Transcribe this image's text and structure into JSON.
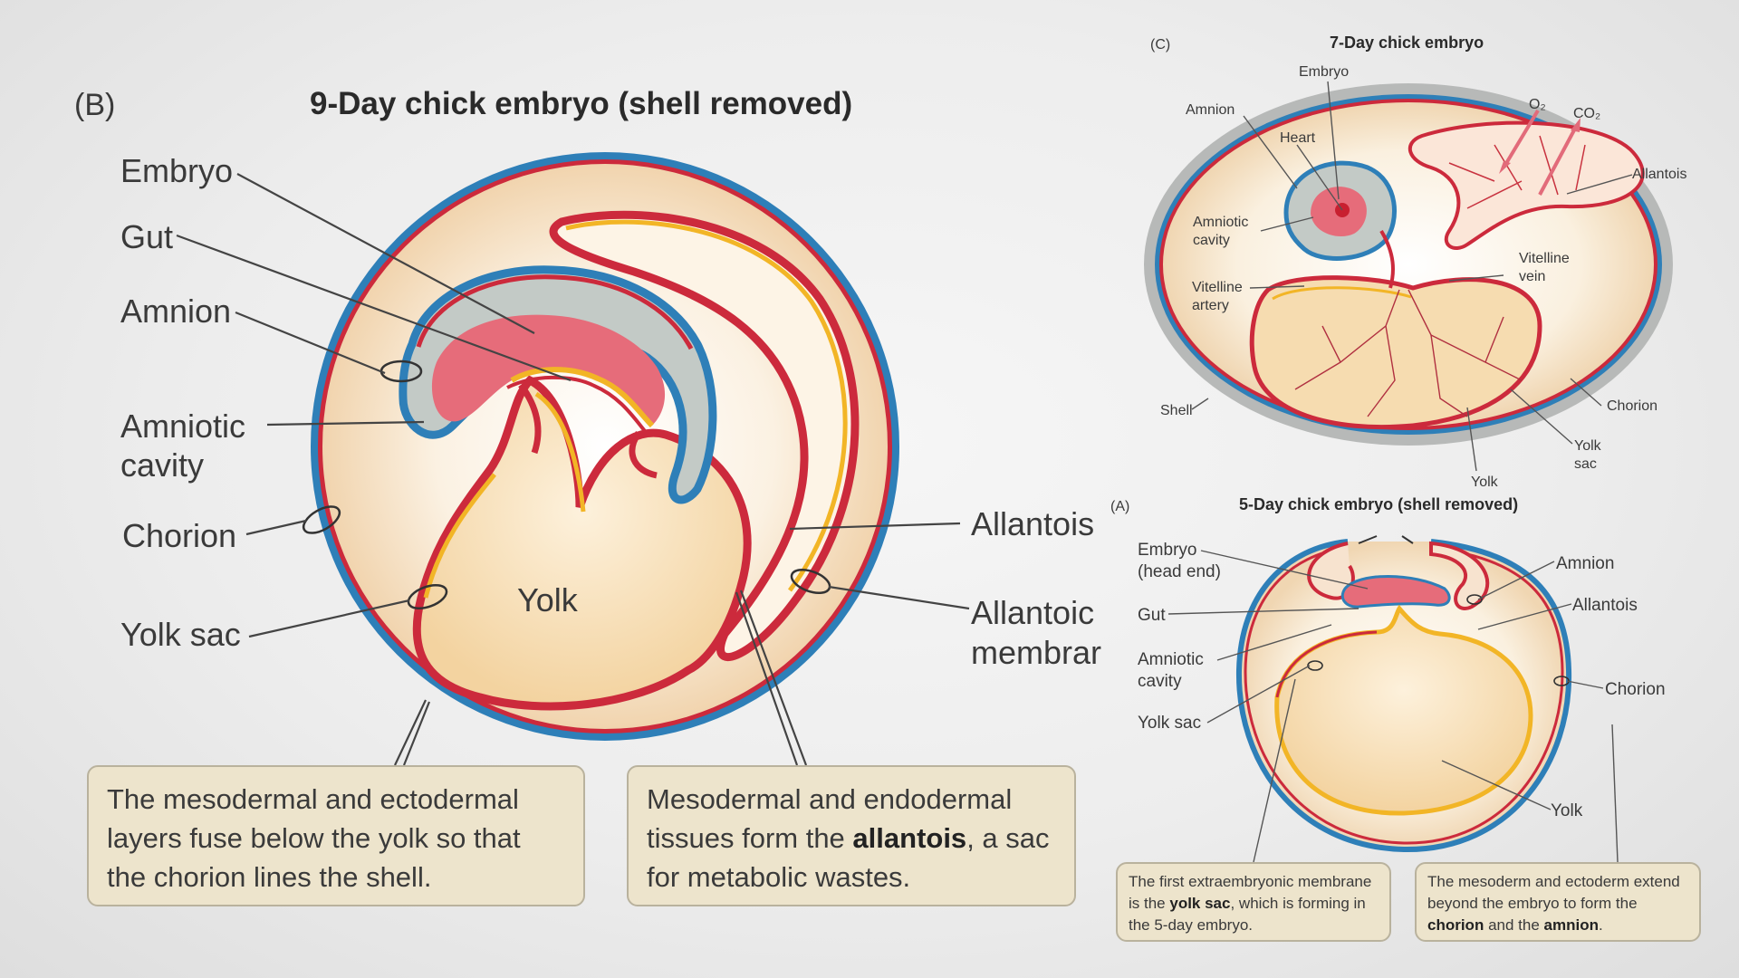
{
  "panel_b": {
    "tag": "(B)",
    "title": "9-Day chick embryo (shell removed)",
    "labels": {
      "embryo": "Embryo",
      "gut": "Gut",
      "amnion": "Amnion",
      "amniotic_cavity_1": "Amniotic",
      "amniotic_cavity_2": "cavity",
      "chorion": "Chorion",
      "yolk_sac": "Yolk sac",
      "yolk": "Yolk",
      "allantois": "Allantois",
      "allantoic_membrane_1": "Allantoic",
      "allantoic_membrane_2": "membrar"
    },
    "callouts": [
      {
        "pre": "The mesodermal and ectodermal layers fuse below the yolk so that the chorion lines the shell.",
        "bold": "",
        "post": ""
      },
      {
        "pre": "Mesodermal and endodermal tissues form the ",
        "bold": "allantois",
        "post": ", a sac for metabolic wastes."
      }
    ]
  },
  "panel_c": {
    "tag": "(C)",
    "title": "7-Day chick embryo",
    "labels": {
      "embryo": "Embryo",
      "amnion": "Amnion",
      "heart": "Heart",
      "o2": "O₂",
      "co2": "CO₂",
      "allantois": "Allantois",
      "amniotic_cavity_1": "Amniotic",
      "amniotic_cavity_2": "cavity",
      "vitelline_vein_1": "Vitelline",
      "vitelline_vein_2": "vein",
      "vitelline_artery_1": "Vitelline",
      "vitelline_artery_2": "artery",
      "shell": "Shell",
      "chorion": "Chorion",
      "yolk_sac_1": "Yolk",
      "yolk_sac_2": "sac",
      "yolk": "Yolk"
    }
  },
  "panel_a": {
    "tag": "(A)",
    "title": "5-Day chick embryo (shell removed)",
    "labels": {
      "embryo_1": "Embryo",
      "embryo_2": "(head end)",
      "gut": "Gut",
      "amniotic_cavity_1": "Amniotic",
      "amniotic_cavity_2": "cavity",
      "yolk_sac": "Yolk sac",
      "amnion": "Amnion",
      "allantois": "Allantois",
      "chorion": "Chorion",
      "yolk": "Yolk"
    },
    "callouts": [
      {
        "pre": "The first extraembryonic membrane is the ",
        "bold": "yolk sac",
        "post": ", which is forming in the 5-day embryo."
      },
      {
        "pre": "The mesoderm and ectoderm extend beyond the embryo to form the ",
        "bold": "chorion",
        "mid": " and the ",
        "bold2": "amnion",
        "post": "."
      }
    ]
  },
  "colors": {
    "chorion_blue": "#2e7fb8",
    "membrane_red": "#cc2a3c",
    "yolk_yellow": "#f2b526",
    "amniotic_gray": "#c3cac6",
    "embryo_pink": "#e66c7a",
    "yolk_fill": "#f8dfb2",
    "callout_fill": "#ede4cc"
  }
}
